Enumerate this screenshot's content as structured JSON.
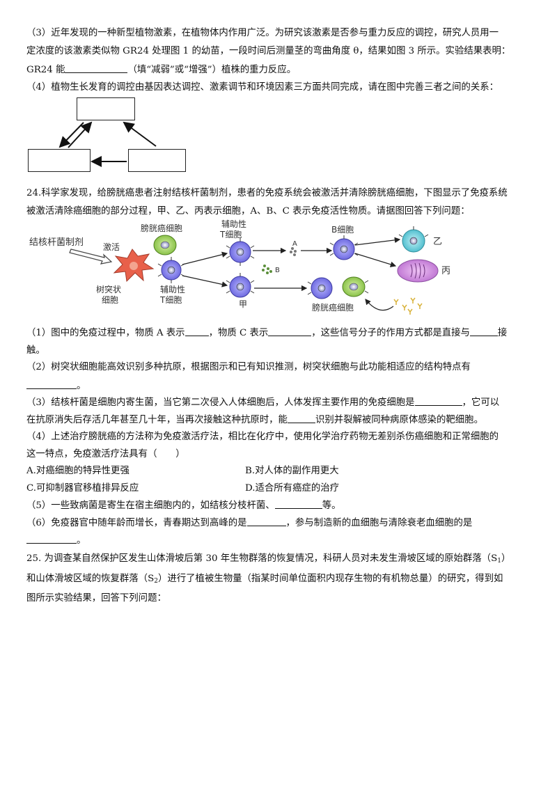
{
  "q23": {
    "p3": {
      "line1": "（3）近年发现的一种新型植物激素，在植物体内作用广泛。为研究该激素是否参与重力反应的调控，研究人员用一",
      "line2": "定浓度的该激素类似物 GR24 处理图 1 的幼苗，一段时间后测量茎的弯曲角度 θ，结果如图 3 所示。实验结果表明：",
      "line3_a": "GR24 能",
      "line3_b": "（填“减弱”或“增强”）植株的重力反应。"
    },
    "p4": "（4）植物生长发育的调控由基因表达调控、激素调节和环境因素三方面共同完成，请在图中完善三者之间的关系："
  },
  "q24": {
    "intro1": "24.科学家发现，给膀胱癌患者注射结核杆菌制剂，患者的免疫系统会被激活并清除膀胱癌细胞，下图显示了免疫系统",
    "intro2": "被激活清除癌细胞的部分过程，甲、乙、丙表示细胞，A、B、C 表示免疫活性物质。请据图回答下列问题：",
    "figure": {
      "agent": "结核杆菌制剂",
      "activate": "激活",
      "dendritic_1": "树突状",
      "dendritic_2": "细胞",
      "bladder_cancer_top": "膀胱癌细胞",
      "helper_bottom_1": "辅助性",
      "helper_bottom_2": "T细胞",
      "helper_top_1": "辅助性",
      "helper_top_2": "T细胞",
      "A": "A",
      "B": "B",
      "b_cell": "B细胞",
      "yi": "乙",
      "bing": "丙",
      "jia": "甲",
      "bladder_cancer_bottom": "膀胱癌细胞"
    },
    "q1_a": "（1）图中的免疫过程中，物质 A 表示",
    "q1_b": "，物质 C 表示",
    "q1_c": "，这些信号分子的作用方式都是直接与",
    "q1_d": "接",
    "q1_e": "触。",
    "q2": "（2）树突状细胞能高效识别多种抗原，根据图示和已有知识推测，树突状细胞与此功能相适应的结构特点有",
    "q2_end": "。",
    "q3_a": "（3）结核杆菌是细胞内寄生菌，当它第二次侵入人体细胞后，人体发挥主要作用的免疫细胞是",
    "q3_b": "，它可以",
    "q3_c": "在抗原消失后存活几年甚至几十年，当再次接触这种抗原时，能",
    "q3_d": "识别并裂解被同种病原体感染的靶细胞。",
    "q4_1": "（4）上述治疗膀胱癌的方法称为免疫激活疗法，相比在化疗中，使用化学治疗药物无差别杀伤癌细胞和正常细胞的",
    "q4_2": "这一特点，免疫激活疗法具有（　　）",
    "opt_a": "A.对癌细胞的特异性更强",
    "opt_b": "B.对人体的副作用更大",
    "opt_c": "C.可抑制器官移植排异反应",
    "opt_d": "D.适合所有癌症的治疗",
    "q5_a": "（5）一些致病菌是寄生在宿主细胞内的，如结核分枝杆菌、",
    "q5_b": "等。",
    "q6_a": "（6）免疫器官中随年龄而增长，青春期达到高峰的是",
    "q6_b": "，参与制造新的血细胞与清除衰老血细胞的是",
    "q6_end": "。"
  },
  "q25": {
    "line1": "25. 为调查某自然保护区发生山体滑坡后第 30 年生物群落的恢复情况，科研人员对未发生滑坡区域的原始群落（S",
    "s1_sub": "1",
    "line1_end": "）",
    "line2_a": "和山体滑坡区域的恢复群落（S",
    "s2_sub": "2",
    "line2_b": "）进行了植被生物量（指某时间单位面积内现存生物的有机物总量）的研究，得到如",
    "line3": "图所示实验结果，回答下列问题："
  },
  "colors": {
    "dendritic": "#e8604a",
    "cancer": "#9fcf52",
    "helper": "#7b78e6",
    "plasma": "#c77fd6",
    "memory": "#67c9d6",
    "antibody": "#d8b23a"
  }
}
